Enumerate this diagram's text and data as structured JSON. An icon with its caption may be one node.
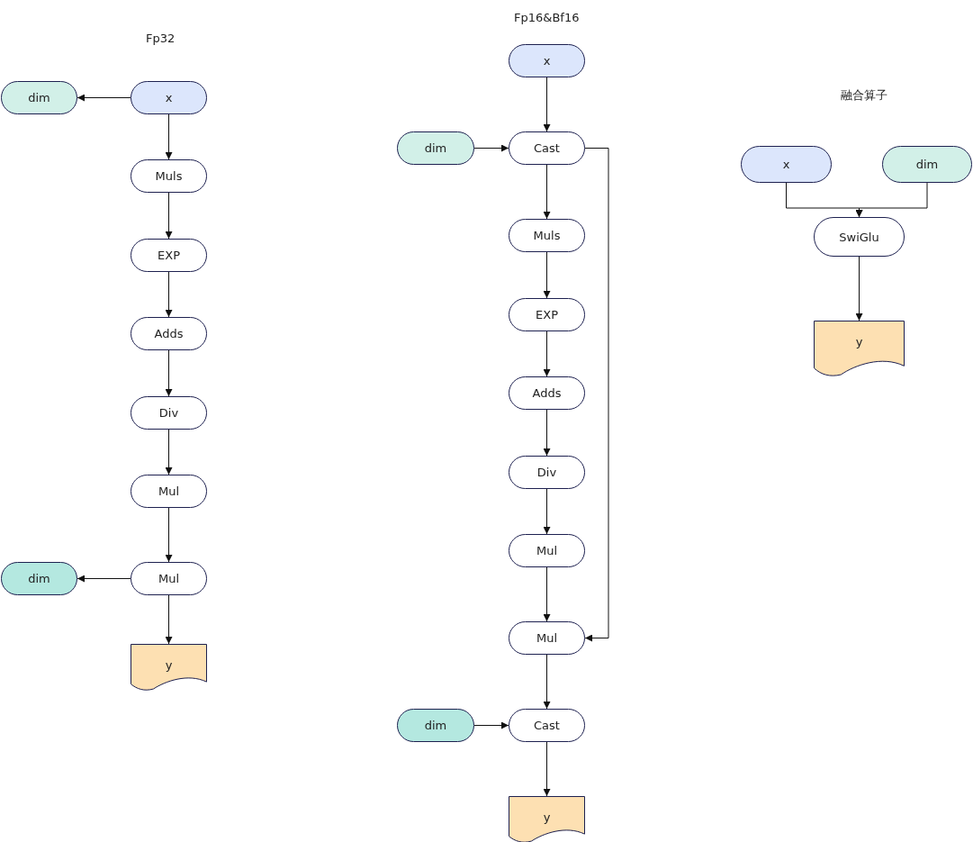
{
  "diagram": {
    "nodes": [
      {
        "text": [
          "dim"
        ]
      },
      {
        "text": [
          "x"
        ]
      },
      {
        "text": [
          "Muls"
        ]
      },
      {
        "text": [
          "EXP"
        ]
      },
      {
        "text": [
          "Adds"
        ]
      },
      {
        "text": [
          "Div"
        ]
      },
      {
        "text": [
          "Mul"
        ]
      },
      {
        "text": [
          "dim"
        ]
      },
      {
        "text": [
          "Mul"
        ]
      },
      {
        "text": [
          "y"
        ]
      },
      {
        "text": [
          "x"
        ]
      },
      {
        "text": [
          "dim"
        ]
      },
      {
        "text": [
          "Cast"
        ]
      },
      {
        "text": [
          "Muls"
        ]
      },
      {
        "text": [
          "EXP"
        ]
      },
      {
        "text": [
          "Adds"
        ]
      },
      {
        "text": [
          "Div"
        ]
      },
      {
        "text": [
          "Mul"
        ]
      },
      {
        "text": [
          "Mul"
        ]
      },
      {
        "text": [
          "dim"
        ]
      },
      {
        "text": [
          "Cast"
        ]
      },
      {
        "text": [
          "y"
        ]
      },
      {
        "text": [
          "x"
        ]
      },
      {
        "text": [
          "dim"
        ]
      },
      {
        "text": [
          "SwiGlu"
        ]
      },
      {
        "text": [
          "y"
        ]
      }
    ],
    "edges": [
      {
        "from": 1,
        "to": 0,
        "arrow": "to"
      },
      {
        "from": 1,
        "to": 2,
        "arrow": "to"
      },
      {
        "from": 2,
        "to": 3,
        "arrow": "to"
      },
      {
        "from": 3,
        "to": 4,
        "arrow": "to"
      },
      {
        "from": 4,
        "to": 5,
        "arrow": "to"
      },
      {
        "from": 5,
        "to": 6,
        "arrow": "to"
      },
      {
        "from": 6,
        "to": 8,
        "arrow": "to"
      },
      {
        "from": 8,
        "to": 7,
        "arrow": "to"
      },
      {
        "from": 8,
        "to": 9,
        "arrow": "to"
      },
      {
        "from": 10,
        "to": 12,
        "arrow": "to"
      },
      {
        "from": 11,
        "to": 12,
        "arrow": "to"
      },
      {
        "from": 12,
        "to": 13,
        "arrow": "to"
      },
      {
        "from": 13,
        "to": 14,
        "arrow": "to"
      },
      {
        "from": 14,
        "to": 15,
        "arrow": "to"
      },
      {
        "from": 15,
        "to": 16,
        "arrow": "to"
      },
      {
        "from": 16,
        "to": 17,
        "arrow": "to"
      },
      {
        "from": 17,
        "to": 18,
        "arrow": "to"
      },
      {
        "from": 12,
        "to": 18,
        "arrow": "to"
      },
      {
        "from": 18,
        "to": 20,
        "arrow": "to"
      },
      {
        "from": 19,
        "to": 20,
        "arrow": "to"
      },
      {
        "from": 20,
        "to": 21,
        "arrow": "to"
      },
      {
        "from": 22,
        "to": 24,
        "arrow": "to"
      },
      {
        "from": 23,
        "to": 24,
        "arrow": "to"
      },
      {
        "from": 24,
        "to": 25,
        "arrow": "to"
      }
    ],
    "labels": [
      "Fp16&Bf16",
      "Fp32",
      "融合算子"
    ]
  }
}
